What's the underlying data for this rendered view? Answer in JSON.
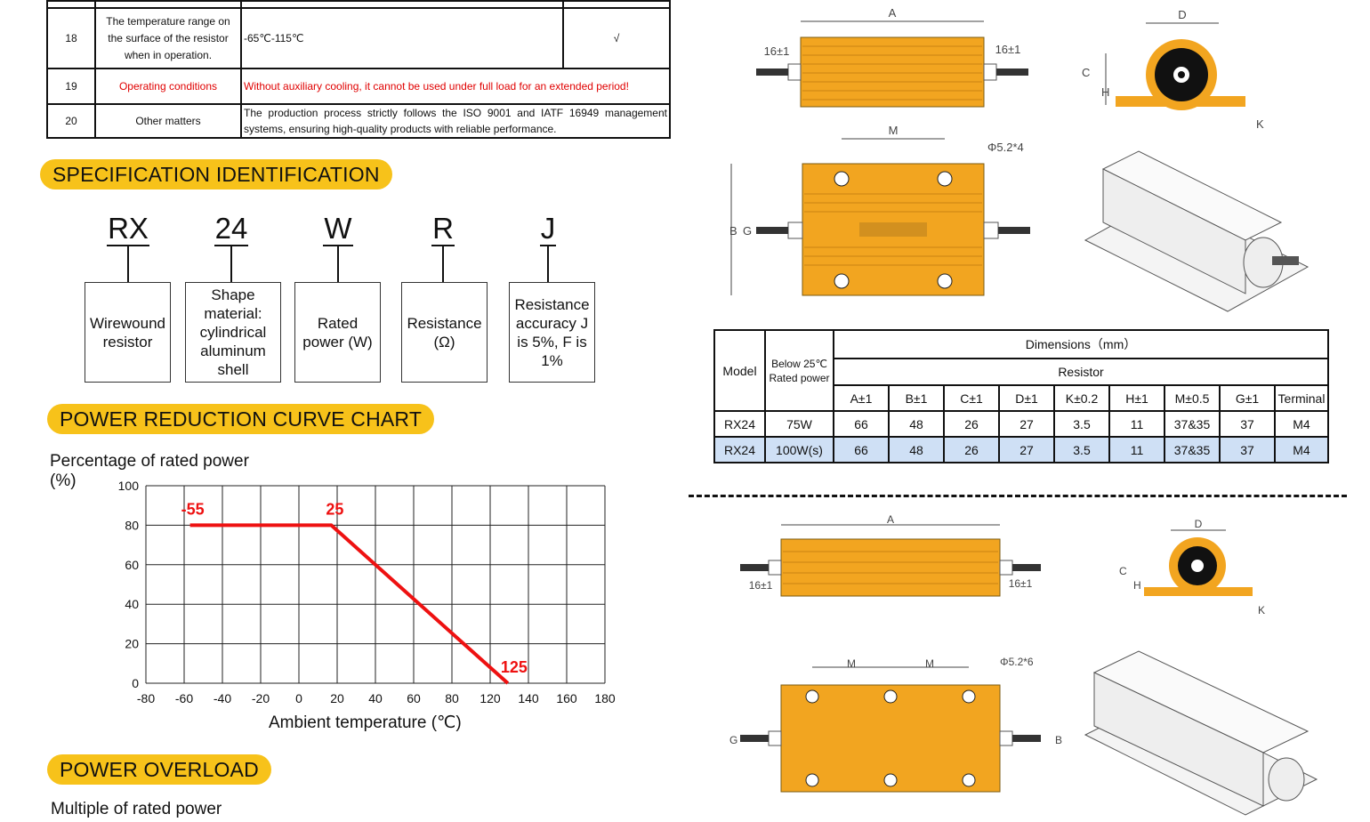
{
  "spec_rows": [
    {
      "no": "18",
      "item": "The temperature range on the surface of the resistor when in operation.",
      "value": "-65℃-115℃",
      "check": "√",
      "red": false
    },
    {
      "no": "19",
      "item": "Operating conditions",
      "value": "Without auxiliary cooling, it cannot be used under full load for an extended period!",
      "check": "",
      "red": true
    },
    {
      "no": "20",
      "item": "Other matters",
      "value": "The production process strictly follows the ISO 9001 and IATF 16949 management systems, ensuring high-quality products with reliable performance.",
      "check": "",
      "red": false
    }
  ],
  "sections": {
    "spec_id": "SPECIFICATION IDENTIFICATION",
    "power_curve": "POWER REDUCTION CURVE CHART",
    "overload": "POWER OVERLOAD"
  },
  "code": {
    "parts": [
      "RX",
      "24",
      "W",
      "R",
      "J"
    ],
    "descriptions": [
      "Wirewound resistor",
      "Shape material: cylindrical aluminum shell",
      "Rated power (W)",
      "Resistance (Ω)",
      "Resistance accuracy J is 5%, F is 1%"
    ]
  },
  "chart_data": {
    "type": "line",
    "ylabel": "Percentage of rated power\n(%)",
    "xlabel": "Ambient temperature (℃)",
    "x_ticks": [
      -80,
      -60,
      -40,
      -20,
      0,
      20,
      40,
      60,
      80,
      120,
      140,
      160,
      180
    ],
    "y_ticks": [
      0,
      20,
      40,
      60,
      80,
      100
    ],
    "xlim": [
      -80,
      180
    ],
    "ylim": [
      0,
      100
    ],
    "series": [
      {
        "x": [
          -55,
          25,
          125
        ],
        "y": [
          80,
          80,
          0
        ]
      }
    ],
    "annotations": [
      "-55",
      "25",
      "125"
    ],
    "line_color": "#ee1111"
  },
  "overload_ylabel": "Multiple of rated power",
  "dims_table": {
    "head_model": "Model",
    "head_power": "Below 25℃ Rated power",
    "head_dims": "Dimensions（mm）",
    "head_resistor": "Resistor",
    "columns": [
      "A±1",
      "B±1",
      "C±1",
      "D±1",
      "K±0.2",
      "H±1",
      "M±0.5",
      "G±1",
      "Terminal"
    ],
    "rows": [
      {
        "model": "RX24",
        "power": "75W",
        "values": [
          "66",
          "48",
          "26",
          "27",
          "3.5",
          "11",
          "37&35",
          "37",
          "M4"
        ]
      },
      {
        "model": "RX24",
        "power": "100W(s)",
        "values": [
          "66",
          "48",
          "26",
          "27",
          "3.5",
          "11",
          "37&35",
          "37",
          "M4"
        ]
      }
    ]
  },
  "drawing_labels": {
    "a": "A",
    "d": "D",
    "c": "C",
    "h": "H",
    "k": "K",
    "m": "M",
    "b": "B",
    "g": "G",
    "lead": "16±1",
    "holes4": "Φ5.2*4",
    "holes6": "Φ5.2*6"
  }
}
